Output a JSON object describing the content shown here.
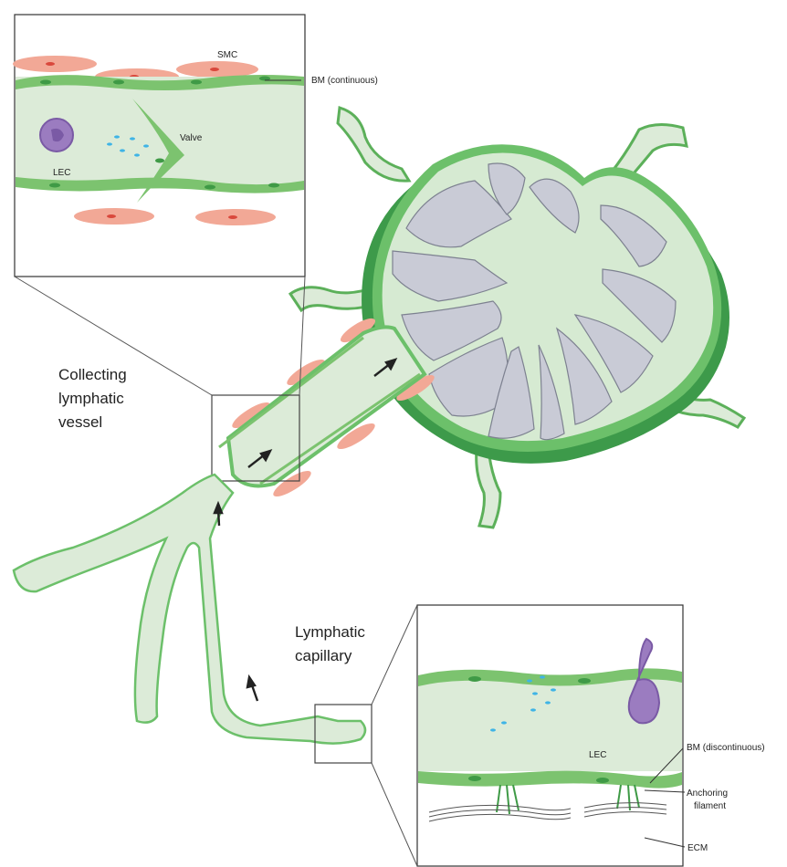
{
  "labels": {
    "smc": "SMC",
    "bm_continuous": "BM (continuous)",
    "valve": "Valve",
    "lec_top": "LEC",
    "collecting_1": "Collecting",
    "collecting_2": "lymphatic",
    "collecting_3": "vessel",
    "capillary_1": "Lymphatic",
    "capillary_2": "capillary",
    "lec_bottom": "LEC",
    "bm_discontinuous": "BM (discontinuous)",
    "anchoring_1": "Anchoring",
    "anchoring_2": "filament",
    "ecm": "ECM"
  },
  "colors": {
    "vessel_fill": "#dcebd8",
    "endothelial": "#7cc36f",
    "endothelial_dark": "#3f9a46",
    "node_capsule": "#3d9a4a",
    "node_capsule_light": "#6cc06a",
    "node_inner": "#d6ead2",
    "follicle": "#c9cbd6",
    "smc": "#f2a896",
    "smc_nucleus": "#d9483c",
    "immune_cell": "#9b7cc0",
    "fluid": "#3fb4e6",
    "outline": "#333333",
    "arrow": "#222222"
  }
}
